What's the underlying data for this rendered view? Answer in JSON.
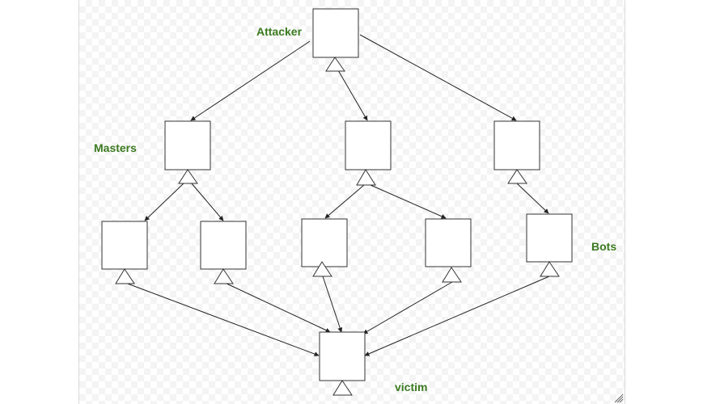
{
  "labels": {
    "attacker": "Attacker",
    "masters": "Masters",
    "bots": "Bots",
    "victim": "victim"
  },
  "colors": {
    "label": "#3a7a1f",
    "stroke": "#222222"
  }
}
